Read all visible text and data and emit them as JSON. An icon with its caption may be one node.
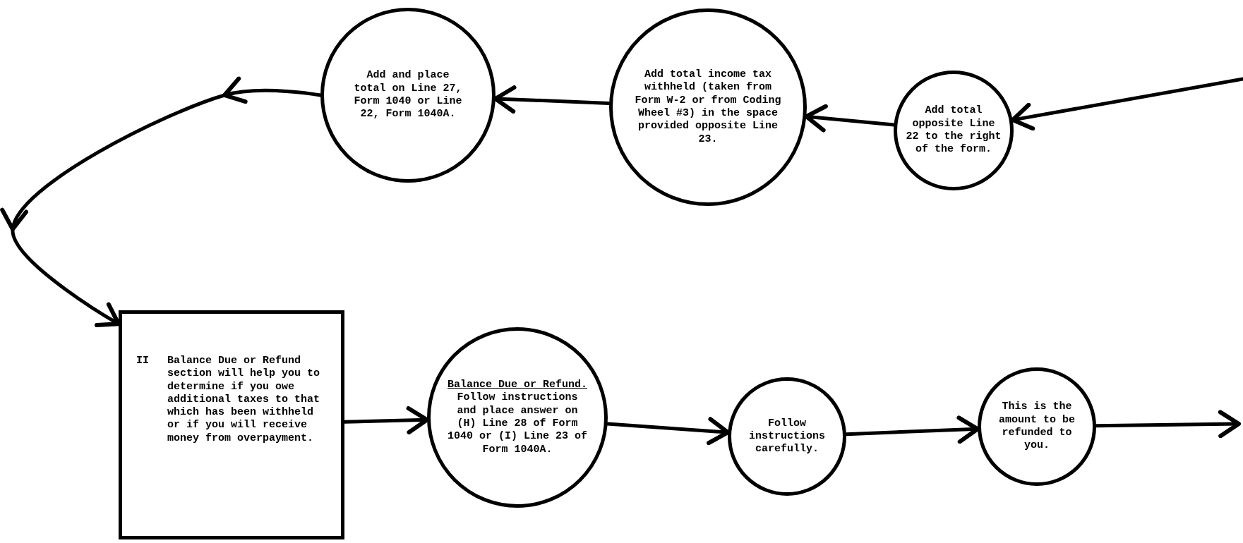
{
  "diagram": {
    "nodes": [
      {
        "text": [
          "Add total opposite Line 22 to the right of the form."
        ]
      },
      {
        "text": [
          "Add total income tax withheld (taken from Form W-2 or from Coding Wheel #3) in the space provided opposite Line 23."
        ]
      },
      {
        "text": [
          "Add and place total on Line 27, Form 1040 or Line 22, Form 1040A."
        ]
      },
      {
        "text": [
          "II",
          "Balance Due or Refund section will help you to determine if you owe additional taxes to that which has been withheld or if you will receive money from overpayment."
        ]
      },
      {
        "text": [
          "Balance Due or Refund.",
          "Follow instructions and place answer on (H) Line 28 of Form 1040 or (I) Line 23 of Form 1040A."
        ]
      },
      {
        "text": [
          "Follow instructions carefully."
        ]
      },
      {
        "text": [
          "This is the amount to be refunded to you."
        ]
      }
    ],
    "edges": [
      {
        "from": null,
        "to": 0,
        "arrow": "to"
      },
      {
        "from": 0,
        "to": 1,
        "arrow": "to"
      },
      {
        "from": 1,
        "to": 2,
        "arrow": "to"
      },
      {
        "from": 2,
        "to": 3,
        "arrow": "to"
      },
      {
        "from": 3,
        "to": 4,
        "arrow": "to"
      },
      {
        "from": 4,
        "to": 5,
        "arrow": "to"
      },
      {
        "from": 5,
        "to": 6,
        "arrow": "to"
      },
      {
        "from": 6,
        "to": null,
        "arrow": "to"
      }
    ]
  }
}
